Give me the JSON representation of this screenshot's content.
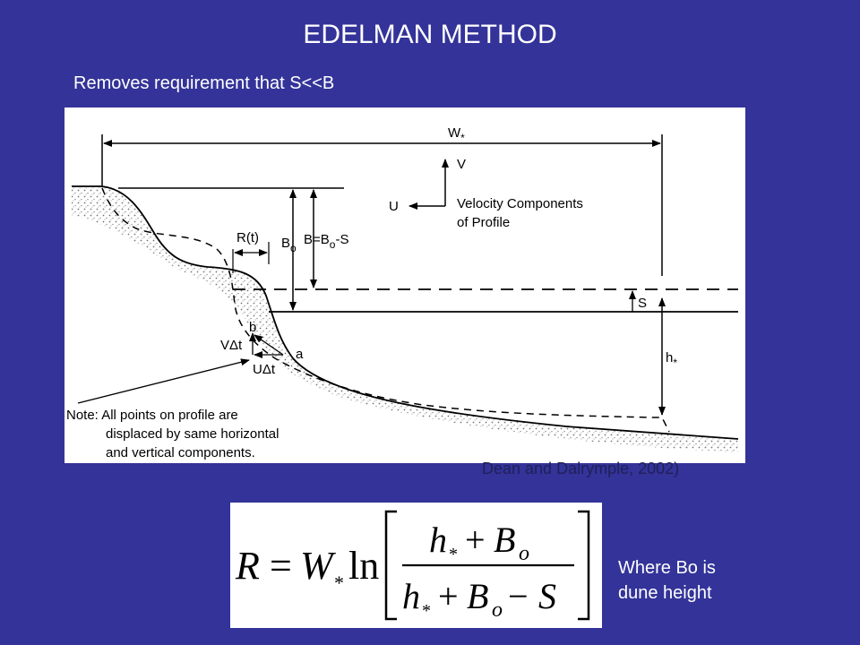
{
  "slide": {
    "title": "EDELMAN METHOD",
    "subtitle": "Removes requirement that S<<B",
    "credit": "Dean and Dalrymple, 2002)",
    "where_line1": "Where Bo is",
    "where_line2": "dune height",
    "background_color": "#333399"
  },
  "figure": {
    "w_label": "W",
    "w_sub": "*",
    "v_label": "V",
    "u_label": "U",
    "velocity_line1": "Velocity Components",
    "velocity_line2": "of Profile",
    "rt_label": "R(t)",
    "bo_label": "B",
    "bo_sub": "o",
    "b_eq_pre": "B=B",
    "b_eq_sub": "o",
    "b_eq_post": "-S",
    "s_label": "S",
    "h_label": "h",
    "h_sub": "*",
    "b_point": "b",
    "a_point": "a",
    "v_dt": "VΔt",
    "u_dt": "UΔt",
    "note_line1": "Note: All points on profile are",
    "note_line2": "displaced by same horizontal",
    "note_line3": "and vertical components."
  },
  "equation": {
    "lhs": "R",
    "eq": "=",
    "w": "W",
    "w_sub": "*",
    "ln": "ln",
    "h": "h",
    "h_sub": "*",
    "plus": "+",
    "b": "B",
    "b_sub": "o",
    "minus": "−",
    "s": "S"
  }
}
